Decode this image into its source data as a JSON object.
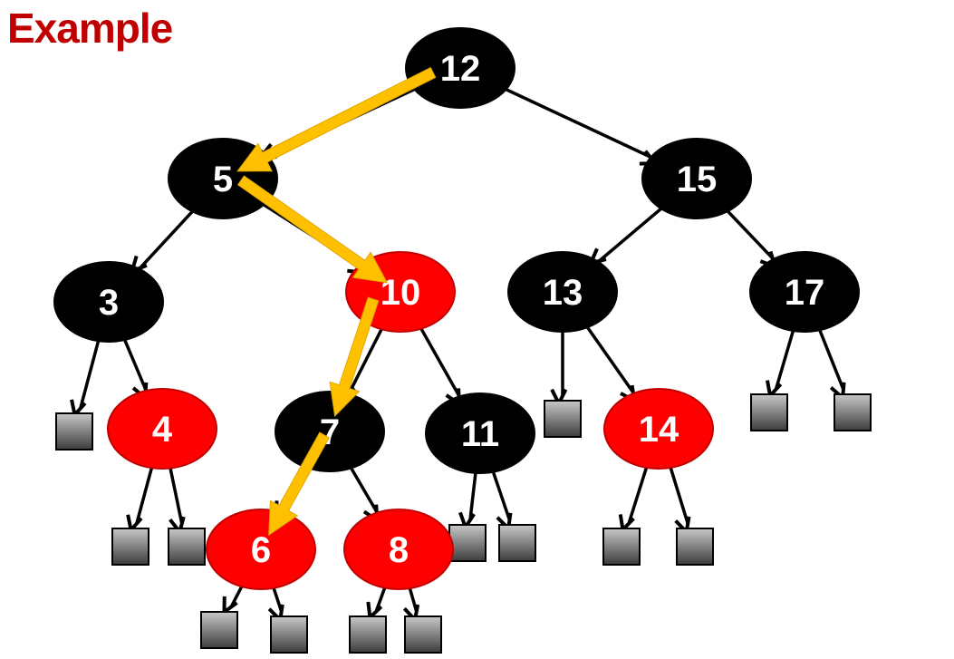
{
  "title": "Example",
  "colors": {
    "title": "#c00000",
    "black_node": "#000000",
    "red_node": "#ff0000",
    "red_node_stroke": "#c00000",
    "leaf_top": "#c8c8c8",
    "leaf_bottom": "#3c3c3c",
    "edge": "#000000",
    "path_arrow": "#ffc000"
  },
  "tree": {
    "nodes": [
      {
        "id": "n12",
        "label": "12",
        "color": "black"
      },
      {
        "id": "n5",
        "label": "5",
        "color": "black"
      },
      {
        "id": "n15",
        "label": "15",
        "color": "black"
      },
      {
        "id": "n3",
        "label": "3",
        "color": "black"
      },
      {
        "id": "n10",
        "label": "10",
        "color": "red"
      },
      {
        "id": "n13",
        "label": "13",
        "color": "black"
      },
      {
        "id": "n17",
        "label": "17",
        "color": "black"
      },
      {
        "id": "n4",
        "label": "4",
        "color": "red"
      },
      {
        "id": "n7",
        "label": "7",
        "color": "black"
      },
      {
        "id": "n11",
        "label": "11",
        "color": "black"
      },
      {
        "id": "n14",
        "label": "14",
        "color": "red"
      },
      {
        "id": "n6",
        "label": "6",
        "color": "red"
      },
      {
        "id": "n8",
        "label": "8",
        "color": "red"
      }
    ],
    "edges": [
      [
        "n12",
        "n5"
      ],
      [
        "n12",
        "n15"
      ],
      [
        "n5",
        "n3"
      ],
      [
        "n5",
        "n10"
      ],
      [
        "n15",
        "n13"
      ],
      [
        "n15",
        "n17"
      ],
      [
        "n3",
        "L1"
      ],
      [
        "n3",
        "n4"
      ],
      [
        "n10",
        "n7"
      ],
      [
        "n10",
        "n11"
      ],
      [
        "n13",
        "L2"
      ],
      [
        "n13",
        "n14"
      ],
      [
        "n17",
        "L3"
      ],
      [
        "n17",
        "L4"
      ],
      [
        "n4",
        "L5"
      ],
      [
        "n4",
        "L6"
      ],
      [
        "n7",
        "n6"
      ],
      [
        "n7",
        "n8"
      ],
      [
        "n11",
        "L7"
      ],
      [
        "n11",
        "L8"
      ],
      [
        "n14",
        "L9"
      ],
      [
        "n14",
        "L10"
      ],
      [
        "n6",
        "L11"
      ],
      [
        "n6",
        "L12"
      ],
      [
        "n8",
        "L13"
      ],
      [
        "n8",
        "L14"
      ]
    ],
    "search_path": [
      "n12",
      "n5",
      "n10",
      "n7",
      "n6"
    ]
  }
}
